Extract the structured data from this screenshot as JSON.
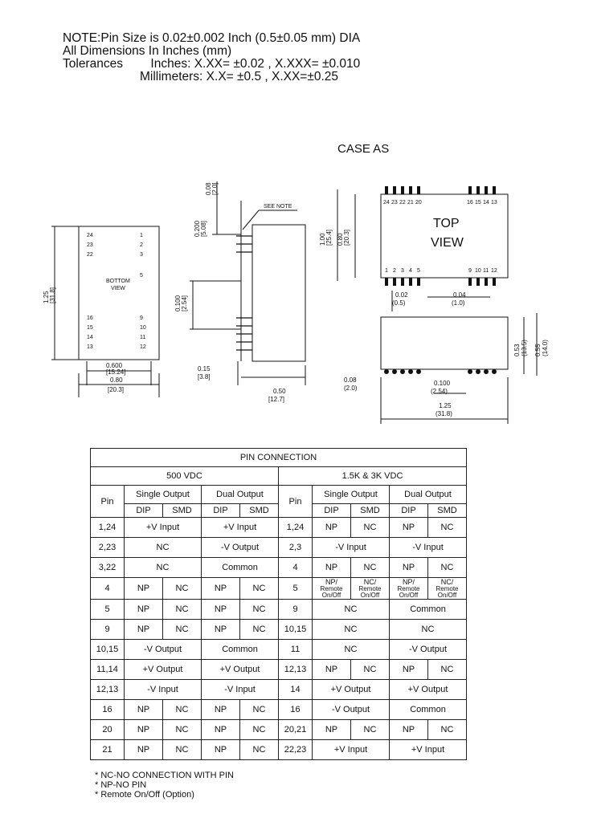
{
  "notes": [
    "NOTE:Pin Size is 0.02±0.002 Inch (0.5±0.05 mm) DIA",
    "All Dimensions In Inches (mm)",
    "Tolerances        Inches: X.XX= ±0.02 , X.XXX= ±0.010",
    "Millimeters: X.X= ±0.5 , X.XX=±0.25"
  ],
  "case_label": "CASE AS",
  "bottom_view": {
    "title": [
      "BOTTOM",
      "VIEW"
    ],
    "left_pins": [
      "24",
      "23",
      "22",
      "16",
      "15",
      "14",
      "13"
    ],
    "right_pins": [
      "1",
      "2",
      "3",
      "5",
      "9",
      "10",
      "11",
      "12"
    ],
    "dims": {
      "height": [
        "1.25",
        "[31.8]"
      ],
      "pitch_width": [
        "0.600",
        "[15.24]"
      ],
      "width": [
        "0.80",
        "[20.3]"
      ]
    }
  },
  "side_view": {
    "see_note": "SEE NOTE",
    "dims": {
      "top": [
        "0.08",
        "[2.0]"
      ],
      "span": [
        "0.200",
        "[5.08]"
      ],
      "pitch": [
        "0.100",
        "[2.54]"
      ],
      "lead": [
        "0.15",
        "[3.8]"
      ],
      "depth": [
        "0.50",
        "[12.7]"
      ]
    }
  },
  "top_view": {
    "title": [
      "TOP",
      "VIEW"
    ],
    "top_pins": [
      "24",
      "23",
      "22",
      "21",
      "20",
      "16",
      "15",
      "14",
      "13"
    ],
    "bottom_pins": [
      "1",
      "2",
      "3",
      "4",
      "5",
      "9",
      "10",
      "11",
      "12"
    ],
    "dims": {
      "outer": [
        "1.00",
        "[25.4]"
      ],
      "inner": [
        "0.80",
        "[20.3]"
      ],
      "off1": [
        "0.02",
        "(0.5)"
      ],
      "off2": [
        "0.04",
        "(1.0)"
      ],
      "h1": [
        "0.53",
        "(13.5)"
      ],
      "h2": [
        "0.55",
        "(14.0)"
      ],
      "edge": [
        "0.08",
        "(2.0)"
      ],
      "pitch": [
        "0.100",
        "(2.54)"
      ],
      "length": [
        "1.25",
        "(31.8)"
      ]
    }
  },
  "pin_table": {
    "title": "PIN CONNECTION",
    "group_500": "500 VDC",
    "group_3k": "1.5K & 3K VDC",
    "pin_label": "Pin",
    "single": "Single Output",
    "dual": "Dual  Output",
    "dip": "DIP",
    "smd": "SMD",
    "rows": [
      [
        {
          "t": "1,24"
        },
        {
          "t": "+V Input",
          "s": 2
        },
        {
          "t": "+V Input",
          "s": 2
        },
        {
          "t": "1,24"
        },
        {
          "t": "NP"
        },
        {
          "t": "NC"
        },
        {
          "t": "NP"
        },
        {
          "t": "NC"
        }
      ],
      [
        {
          "t": "2,23"
        },
        {
          "t": "NC",
          "s": 2
        },
        {
          "t": "-V Output",
          "s": 2
        },
        {
          "t": "2,3"
        },
        {
          "t": "-V Input",
          "s": 2
        },
        {
          "t": "-V Input",
          "s": 2
        }
      ],
      [
        {
          "t": "3,22"
        },
        {
          "t": "NC",
          "s": 2
        },
        {
          "t": "Common",
          "s": 2
        },
        {
          "t": "4"
        },
        {
          "t": "NP"
        },
        {
          "t": "NC"
        },
        {
          "t": "NP"
        },
        {
          "t": "NC"
        }
      ],
      [
        {
          "t": "4"
        },
        {
          "t": "NP"
        },
        {
          "t": "NC"
        },
        {
          "t": "NP"
        },
        {
          "t": "NC"
        },
        {
          "t": "5"
        },
        {
          "t": "NP/",
          "b": "Remote On/Off"
        },
        {
          "t": "NC/",
          "b": "Remote On/Off"
        },
        {
          "t": "NP/",
          "b": "Remote On/Off"
        },
        {
          "t": "NC/",
          "b": "Remote On/Off"
        }
      ],
      [
        {
          "t": "5"
        },
        {
          "t": "NP"
        },
        {
          "t": "NC"
        },
        {
          "t": "NP"
        },
        {
          "t": "NC"
        },
        {
          "t": "9"
        },
        {
          "t": "NC",
          "s": 2
        },
        {
          "t": "Common",
          "s": 2
        }
      ],
      [
        {
          "t": "9"
        },
        {
          "t": "NP"
        },
        {
          "t": "NC"
        },
        {
          "t": "NP"
        },
        {
          "t": "NC"
        },
        {
          "t": "10,15"
        },
        {
          "t": "NC",
          "s": 2
        },
        {
          "t": "NC",
          "s": 2
        }
      ],
      [
        {
          "t": "10,15"
        },
        {
          "t": "-V Output",
          "s": 2
        },
        {
          "t": "Common",
          "s": 2
        },
        {
          "t": "11"
        },
        {
          "t": "NC",
          "s": 2
        },
        {
          "t": "-V Output",
          "s": 2
        }
      ],
      [
        {
          "t": "11,14"
        },
        {
          "t": "+V Output",
          "s": 2
        },
        {
          "t": "+V Output",
          "s": 2
        },
        {
          "t": "12,13"
        },
        {
          "t": "NP"
        },
        {
          "t": "NC"
        },
        {
          "t": "NP"
        },
        {
          "t": "NC"
        }
      ],
      [
        {
          "t": "12,13"
        },
        {
          "t": "-V Input",
          "s": 2
        },
        {
          "t": "-V Input",
          "s": 2
        },
        {
          "t": "14"
        },
        {
          "t": "+V Output",
          "s": 2
        },
        {
          "t": "+V Output",
          "s": 2
        }
      ],
      [
        {
          "t": "16"
        },
        {
          "t": "NP"
        },
        {
          "t": "NC"
        },
        {
          "t": "NP"
        },
        {
          "t": "NC"
        },
        {
          "t": "16"
        },
        {
          "t": "-V Output",
          "s": 2
        },
        {
          "t": "Common",
          "s": 2
        }
      ],
      [
        {
          "t": "20"
        },
        {
          "t": "NP"
        },
        {
          "t": "NC"
        },
        {
          "t": "NP"
        },
        {
          "t": "NC"
        },
        {
          "t": "20,21"
        },
        {
          "t": "NP"
        },
        {
          "t": "NC"
        },
        {
          "t": "NP"
        },
        {
          "t": "NC"
        }
      ],
      [
        {
          "t": "21"
        },
        {
          "t": "NP"
        },
        {
          "t": "NC"
        },
        {
          "t": "NP"
        },
        {
          "t": "NC"
        },
        {
          "t": "22,23"
        },
        {
          "t": "+V Input",
          "s": 2
        },
        {
          "t": "+V Input",
          "s": 2
        }
      ]
    ]
  },
  "footnotes": [
    "* NC-NO CONNECTION WITH PIN",
    "* NP-NO PIN",
    "* Remote On/Off (Option)"
  ]
}
